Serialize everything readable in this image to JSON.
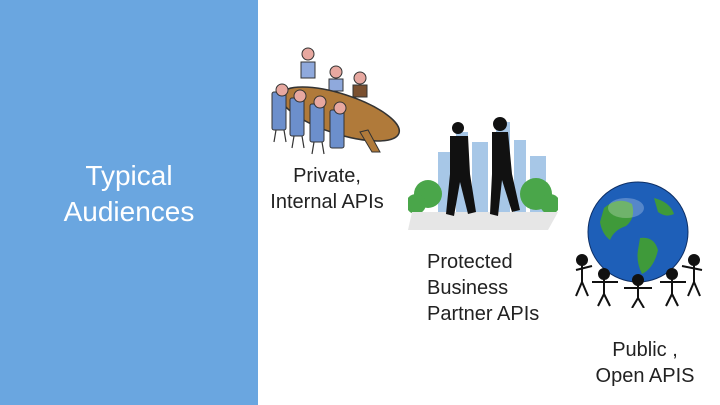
{
  "slide": {
    "sidebar_title_line1": "Typical",
    "sidebar_title_line2": "Audiences",
    "private_line1": "Private,",
    "private_line2": "Internal APIs",
    "protected_line1": "Protected",
    "protected_line2": "Business",
    "protected_line3": "Partner APIs",
    "public_line1": "Public ,",
    "public_line2": "Open APIS"
  },
  "colors": {
    "sidebar": "#6aa6e0",
    "globe_ocean": "#1e5fb8",
    "globe_land": "#3f9a3a",
    "table": "#b07a3a",
    "chair": "#6c8fcc",
    "skyline": "#a7c7e7",
    "trees": "#4aa64a"
  },
  "icons": {
    "meeting": "conference-meeting-icon",
    "business": "business-people-icon",
    "globe": "globe-people-icon"
  }
}
